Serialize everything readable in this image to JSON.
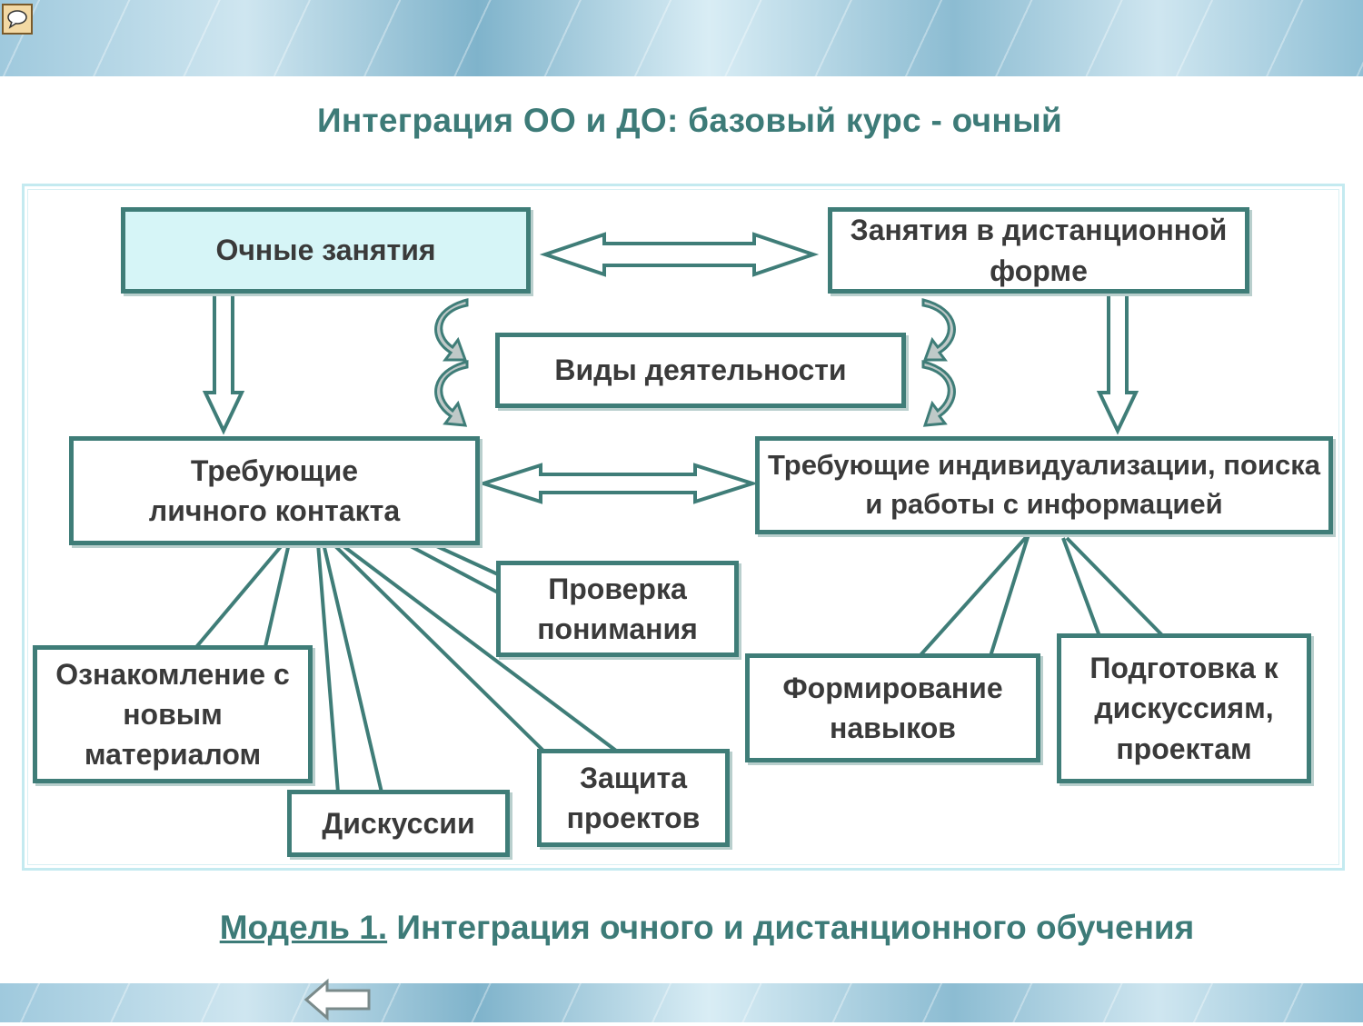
{
  "slide_title": "Интеграция ОО и ДО: базовый курс - очный",
  "boxes": {
    "face_to_face": "Очные занятия",
    "distance": "Занятия в дистанционной форме",
    "activity_types": "Виды деятельности",
    "personal_contact": "Требующие личного контакта",
    "individualization": "Требующие индивидуализации, поиска и работы с информацией",
    "understanding_check": "Проверка понимания",
    "new_material": "Ознакомление с новым материалом",
    "discussions": "Дискуссии",
    "project_defense": "Защита проектов",
    "skills_building": "Формирование навыков",
    "discussion_prep": "Подготовка к дискуссиям, проектам"
  },
  "caption": {
    "link": "Модель 1.",
    "text": "Интеграция очного и дистанционного обучения"
  },
  "colors": {
    "accent": "#3f7d78",
    "title": "#3d7b78",
    "highlight_fill": "#d6f5f7",
    "frame": "#c4eaf0"
  },
  "icons": [
    "comment-icon",
    "back-arrow-icon"
  ]
}
